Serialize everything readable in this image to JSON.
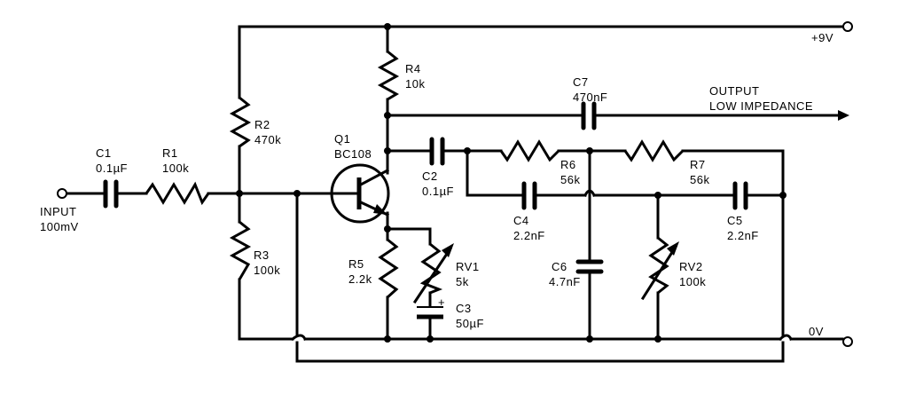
{
  "title": "Phase-shift oscillator / filter schematic",
  "terminals": {
    "input": {
      "name": "INPUT",
      "value": "100mV"
    },
    "supply": {
      "label": "+9V"
    },
    "ground": {
      "label": "0V"
    },
    "output": {
      "line1": "OUTPUT",
      "line2": "LOW IMPEDANCE"
    }
  },
  "components": {
    "C1": {
      "ref": "C1",
      "value": "0.1µF"
    },
    "R1": {
      "ref": "R1",
      "value": "100k"
    },
    "R2": {
      "ref": "R2",
      "value": "470k"
    },
    "R3": {
      "ref": "R3",
      "value": "100k"
    },
    "R4": {
      "ref": "R4",
      "value": "10k"
    },
    "R5": {
      "ref": "R5",
      "value": "2.2k"
    },
    "Q1": {
      "ref": "Q1",
      "value": "BC108"
    },
    "RV1": {
      "ref": "RV1",
      "value": "5k"
    },
    "C3": {
      "ref": "C3",
      "value": "50µF",
      "polarity": "+"
    },
    "C2": {
      "ref": "C2",
      "value": "0.1µF"
    },
    "C7": {
      "ref": "C7",
      "value": "470nF"
    },
    "R6": {
      "ref": "R6",
      "value": "56k"
    },
    "R7": {
      "ref": "R7",
      "value": "56k"
    },
    "C4": {
      "ref": "C4",
      "value": "2.2nF"
    },
    "C5": {
      "ref": "C5",
      "value": "2.2nF"
    },
    "C6": {
      "ref": "C6",
      "value": "4.7nF"
    },
    "RV2": {
      "ref": "RV2",
      "value": "100k"
    }
  }
}
